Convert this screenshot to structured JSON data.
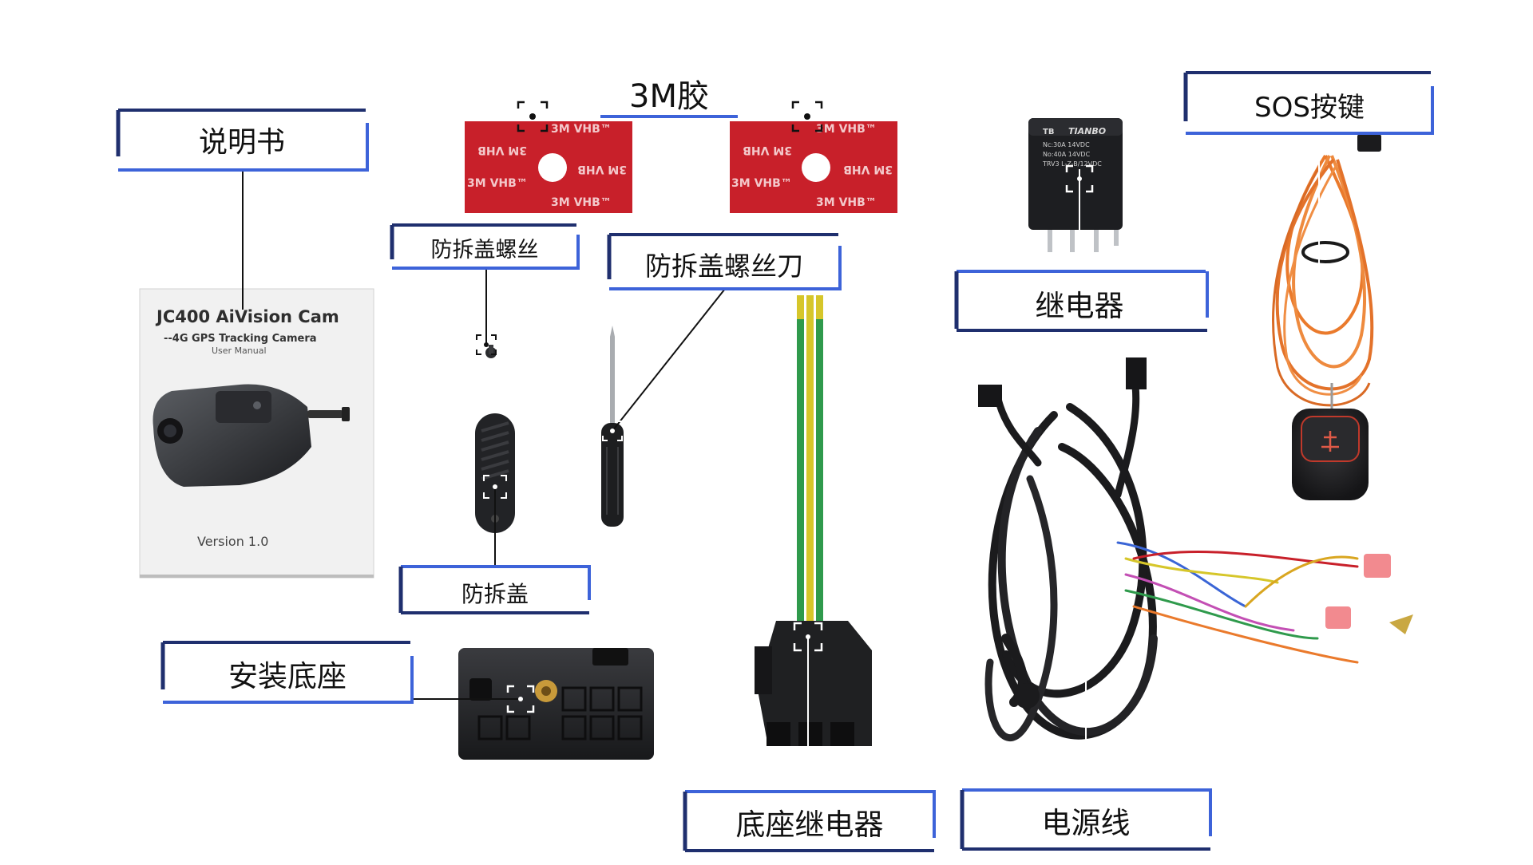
{
  "colors": {
    "frame_dark": "#1f2f6e",
    "frame_light": "#3d63d9",
    "leader": "#111111",
    "tape_red": "#c8202a",
    "wire_black": "#1b1b1d",
    "wire_orange": "#ea7a2c",
    "wire_green": "#2f9a4c",
    "wire_yellow": "#d6c62a",
    "plastic_black": "#222326"
  },
  "labels": {
    "manual": "说明书",
    "tape": "3M胶",
    "sos": "SOS按键",
    "screw": "防拆盖螺丝",
    "screwdriver": "防拆盖螺丝刀",
    "relay": "继电器",
    "cover": "防拆盖",
    "mount": "安装底座",
    "socket": "底座继电器",
    "power": "电源线"
  },
  "manual_text": {
    "title": "JC400 AiVision Cam",
    "subtitle": "--4G GPS Tracking Camera",
    "doc": "User Manual",
    "version": "Version 1.0"
  },
  "tape_text": {
    "brand": "3M",
    "product": "VHB",
    "tm": "™"
  },
  "relay_text": {
    "logo": "TB",
    "brand": "TIANBO",
    "line1": "Nc:30A 14VDC",
    "line2": "No:40A 14VDC",
    "line3": "TRV3 L-Z-B/12VDC"
  },
  "icons": {
    "marker": "focus-bracket-icon",
    "sos_symbol": "sos-alarm-icon"
  }
}
